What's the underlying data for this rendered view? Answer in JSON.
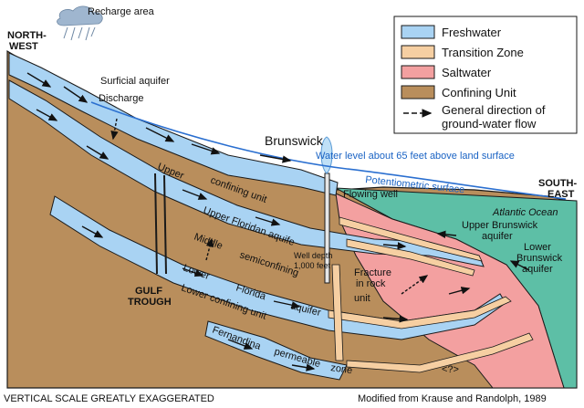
{
  "legend": {
    "items": [
      {
        "label": "Freshwater",
        "color": "#a9d3f3"
      },
      {
        "label": "Transition Zone",
        "color": "#f6cfa2"
      },
      {
        "label": "Saltwater",
        "color": "#f3a0a0"
      },
      {
        "label": "Confining Unit",
        "color": "#b98e5c"
      }
    ],
    "arrow_line1": "General direction of",
    "arrow_line2": "ground-water flow"
  },
  "colors": {
    "ocean": "#5dbfa6",
    "ground": "#b98e5c",
    "line": "#1a1a1a",
    "fresh_edge": "#3d7fd0",
    "potentiometric": "#2a6fd0"
  },
  "labels": {
    "recharge_area": "Recharge area",
    "northwest_1": "NORTH-",
    "northwest_2": "WEST",
    "surficial_aquifer": "Surficial aquifer",
    "discharge": "Discharge",
    "brunswick": "Brunswick",
    "water_level": "Water level about 65 feet above land surface",
    "potentiometric": "Potentiometric surface",
    "southeast_1": "SOUTH-",
    "southeast_2": "EAST",
    "flowing_well": "Flowing well",
    "atlantic_ocean": "Atlantic Ocean",
    "upper_brunswick_1": "Upper Brunswick",
    "upper_brunswick_2": "aquifer",
    "lower_brunswick_1": "Lower",
    "lower_brunswick_2": "Brunswick",
    "lower_brunswick_3": "aquifer",
    "upper": "Upper",
    "confining_unit": "confining unit",
    "upper_floridan": "Upper Floridan aquife",
    "well_depth_1": "Well depth",
    "well_depth_2": "1,000 feet",
    "middle": "Middle",
    "semiconfining": "semiconfining",
    "unit": "unit",
    "fracture_1": "Fracture",
    "fracture_2": "in rock",
    "lower_a": "Lower",
    "florida": "Florida",
    "aquifer": "aquifer",
    "lower_confining": "Lower confining unit",
    "gulf_1": "GULF",
    "gulf_2": "TROUGH",
    "fernandina": "Fernandina",
    "permeable": "permeable",
    "zone": "zone",
    "question": "<?>"
  },
  "footer": {
    "left": "VERTICAL SCALE GREATLY EXAGGERATED",
    "right": "Modified from Krause and Randolph, 1989"
  }
}
